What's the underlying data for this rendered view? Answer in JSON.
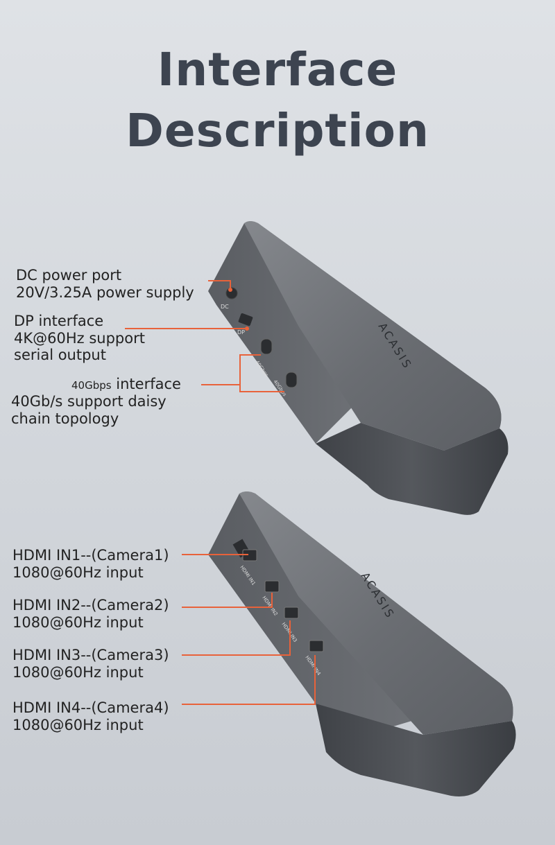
{
  "title": {
    "line1": "Interface",
    "line2": "Description"
  },
  "brand": "ACASIS",
  "device_top": {
    "port_labels": [
      "DC",
      "DP",
      "40Gbps",
      "40Gbps"
    ],
    "callouts": [
      {
        "line1": "DC power port",
        "line2": "20V/3.25A power supply"
      },
      {
        "line1": "DP interface",
        "line2": "4K@60Hz support",
        "line3": "serial output"
      },
      {
        "prefix": "40Gbps",
        "line1": "interface",
        "line2": "40Gb/s support daisy",
        "line3": "chain topology"
      }
    ]
  },
  "device_bottom": {
    "port_labels": [
      "HDMI IN1",
      "HDMI IN2",
      "HDMI IN3",
      "HDMI IN4"
    ],
    "callouts": [
      {
        "line1": "HDMI IN1--(Camera1)",
        "line2": "1080@60Hz input"
      },
      {
        "line1": "HDMI IN2--(Camera2)",
        "line2": "1080@60Hz input"
      },
      {
        "line1": "HDMI IN3--(Camera3)",
        "line2": "1080@60Hz input"
      },
      {
        "line1": "HDMI IN4--(Camera4)",
        "line2": "1080@60Hz input"
      }
    ]
  },
  "colors": {
    "accent": "#e8623a",
    "title": "#3d4450",
    "device_top": "#6a6d72",
    "device_side": "#4a4d52"
  }
}
